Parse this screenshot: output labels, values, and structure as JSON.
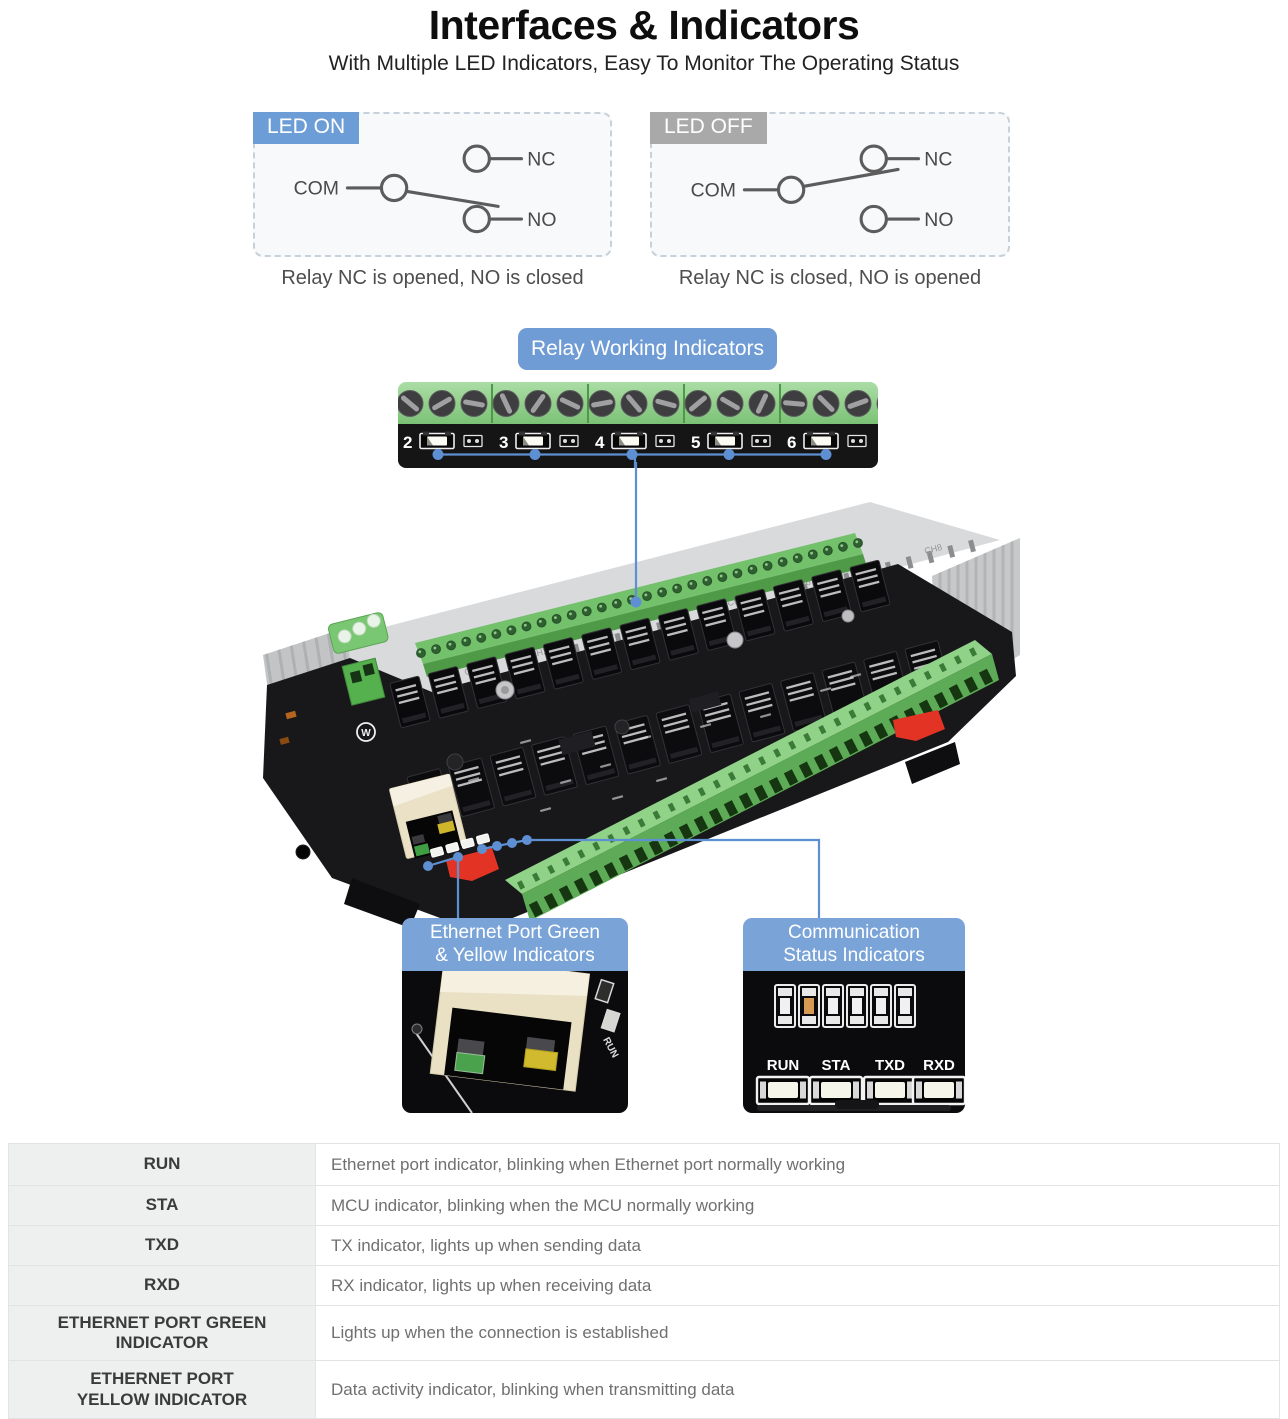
{
  "header": {
    "title": "Interfaces & Indicators",
    "subtitle": "With Multiple LED Indicators, Easy To Monitor The Operating Status"
  },
  "led_diagrams": {
    "on": {
      "label": "LED ON",
      "caption": "Relay NC is opened, NO is closed",
      "com": "COM",
      "nc": "NC",
      "no": "NO"
    },
    "off": {
      "label": "LED OFF",
      "caption": "Relay NC is closed, NO is opened",
      "com": "COM",
      "nc": "NC",
      "no": "NO"
    }
  },
  "relay_indicators": {
    "label": "Relay Working Indicators",
    "channel_numbers": [
      "2",
      "3",
      "4",
      "5",
      "6"
    ]
  },
  "callouts": {
    "ethernet": {
      "label_line1": "Ethernet Port Green",
      "label_line2": "& Yellow Indicators"
    },
    "comm": {
      "label_line1": "Communication",
      "label_line2": "Status Indicators",
      "led_labels": [
        "RUN",
        "STA",
        "TXD",
        "RXD"
      ]
    }
  },
  "colors": {
    "accent_blue": "#6f9cd5",
    "callout_blue": "#7aa4d8",
    "connector_blue": "#5d8fd2",
    "led_off_gray": "#a9a9a9",
    "terminal_green": "#79c173",
    "clip_red": "#e23325"
  },
  "table": {
    "rows": [
      {
        "label": "RUN",
        "description": "Ethernet port indicator, blinking when Ethernet port normally working"
      },
      {
        "label": "STA",
        "description": "MCU indicator, blinking when the MCU normally working"
      },
      {
        "label": "TXD",
        "description": "TX indicator, lights up when sending data"
      },
      {
        "label": "RXD",
        "description": "RX indicator, lights up when receiving data"
      },
      {
        "label": "ETHERNET PORT GREEN\nINDICATOR",
        "description": "Lights up when the connection is established"
      },
      {
        "label": "ETHERNET PORT\nYELLOW INDICATOR",
        "description": "Data activity indicator, blinking when transmitting data"
      }
    ]
  }
}
